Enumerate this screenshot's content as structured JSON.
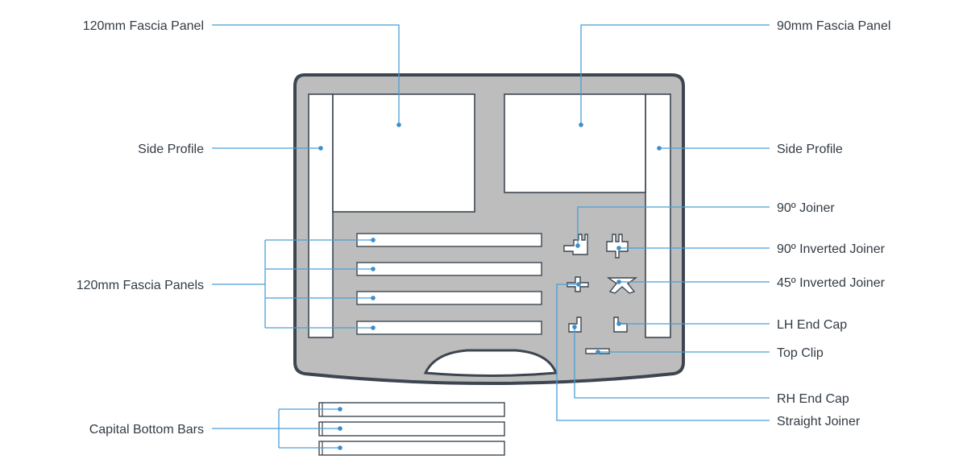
{
  "labels": {
    "fascia_panel_120": "120mm Fascia Panel",
    "fascia_panel_90": "90mm Fascia Panel",
    "side_profile_left": "Side Profile",
    "side_profile_right": "Side Profile",
    "joiner_90": "90º Joiner",
    "inverted_joiner_90": "90º Inverted Joiner",
    "inverted_joiner_45": "45º Inverted Joiner",
    "fascia_panels_120": "120mm Fascia Panels",
    "lh_end_cap": "LH End Cap",
    "top_clip": "Top Clip",
    "rh_end_cap": "RH End Cap",
    "straight_joiner": "Straight Joiner",
    "capital_bottom_bars": "Capital Bottom Bars"
  },
  "colors": {
    "case_fill": "#bdbdbd",
    "case_stroke": "#3d4650",
    "leader_line": "#4a9fd6",
    "label_text": "#333b44"
  }
}
